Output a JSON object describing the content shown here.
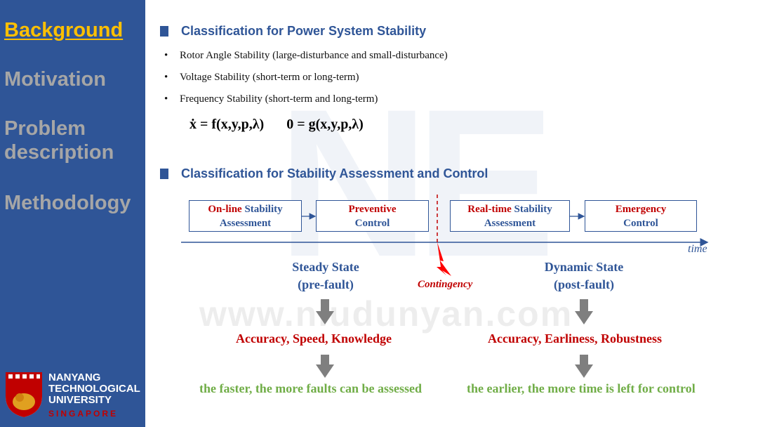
{
  "sidebar": {
    "items": [
      {
        "label": "Background"
      },
      {
        "label": "Motivation"
      },
      {
        "label": "Problem"
      },
      {
        "label": "description"
      },
      {
        "label": "Methodology"
      }
    ],
    "logo": {
      "line1": "NANYANG",
      "line2": "TECHNOLOGICAL",
      "line3": "UNIVERSITY",
      "line4": "SINGAPORE"
    }
  },
  "watermark": {
    "logo_text": "NE",
    "url": "www.niudunyan.com"
  },
  "section1": {
    "title": "Classification for Power System Stability",
    "bullets": [
      "Rotor Angle Stability (large-disturbance and small-disturbance)",
      "Voltage Stability (short-term or long-term)",
      "Frequency Stability (short-term and long-term)"
    ],
    "equation_left": "ẋ = f(x,y,p,λ)",
    "equation_right": "0 = g(x,y,p,λ)"
  },
  "section2": {
    "title": "Classification for Stability Assessment and Control",
    "boxes": [
      {
        "line1_red": "On-line",
        "line1_blue": "Stability",
        "line2": "Assessment"
      },
      {
        "line1_red": "Preventive",
        "line2": "Control"
      },
      {
        "line1_red": "Real-time",
        "line1_blue": "Stability",
        "line2": "Assessment"
      },
      {
        "line1_red": "Emergency",
        "line2": "Control"
      }
    ],
    "time_label": "time",
    "contingency_label": "Contingency",
    "steady": {
      "line1": "Steady State",
      "line2": "(pre-fault)"
    },
    "dynamic": {
      "line1": "Dynamic State",
      "line2": "(post-fault)"
    },
    "steady_criteria": "Accuracy, Speed, Knowledge",
    "dynamic_criteria": "Accuracy, Earliness, Robustness",
    "steady_conclusion": "the faster, the more faults can be assessed",
    "dynamic_conclusion": "the earlier, the more time is left for control"
  },
  "colors": {
    "sidebar_bg": "#2F5597",
    "active_nav": "#FFC000",
    "inactive_nav": "#A6A6A6",
    "heading_blue": "#2F5597",
    "emphasis_red": "#C00000",
    "conclusion_green": "#70AD47"
  }
}
